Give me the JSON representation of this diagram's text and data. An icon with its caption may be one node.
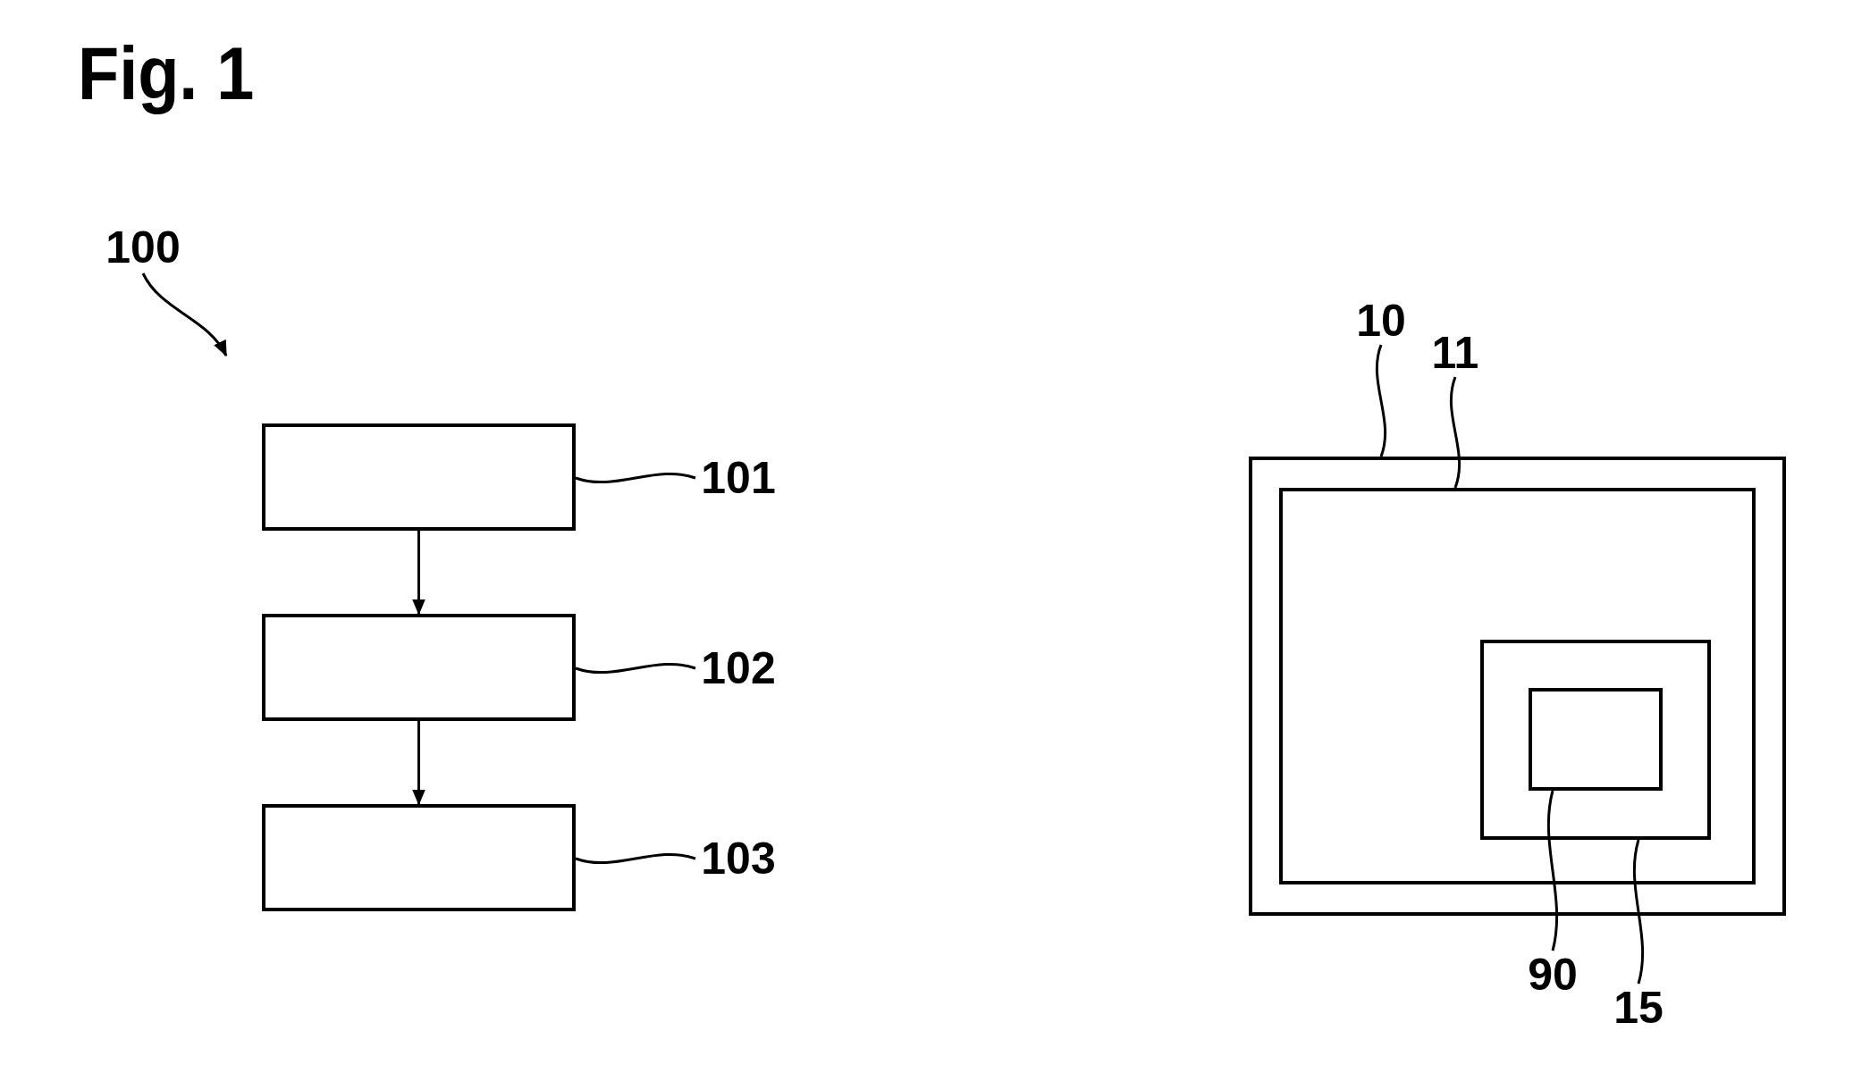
{
  "diagram": {
    "title": "Fig. 1",
    "nodes": [
      {
        "text": [
          "100"
        ]
      },
      {
        "text": [],
        "shape": "box"
      },
      {
        "text": [],
        "shape": "box"
      },
      {
        "text": [],
        "shape": "box"
      },
      {
        "text": [
          "101"
        ]
      },
      {
        "text": [
          "102"
        ]
      },
      {
        "text": [
          "103"
        ]
      },
      {
        "text": [],
        "shape": "box"
      },
      {
        "text": [],
        "shape": "box",
        "in": 7
      },
      {
        "text": [],
        "shape": "box",
        "in": 8
      },
      {
        "text": [],
        "shape": "box",
        "in": 9
      },
      {
        "text": [
          "10"
        ]
      },
      {
        "text": [
          "11"
        ]
      },
      {
        "text": [
          "90"
        ]
      },
      {
        "text": [
          "15"
        ]
      }
    ],
    "edges": [
      {
        "from": 0,
        "to": null,
        "arrow": "to"
      },
      {
        "from": 1,
        "to": 2,
        "arrow": "to"
      },
      {
        "from": 2,
        "to": 3,
        "arrow": "to"
      },
      {
        "from": 4,
        "to": 1,
        "arrow": "none"
      },
      {
        "from": 5,
        "to": 2,
        "arrow": "none"
      },
      {
        "from": 6,
        "to": 3,
        "arrow": "none"
      },
      {
        "from": 11,
        "to": 7,
        "arrow": "none"
      },
      {
        "from": 12,
        "to": 8,
        "arrow": "none"
      },
      {
        "from": 13,
        "to": 10,
        "arrow": "none"
      },
      {
        "from": 14,
        "to": 9,
        "arrow": "none"
      }
    ]
  }
}
